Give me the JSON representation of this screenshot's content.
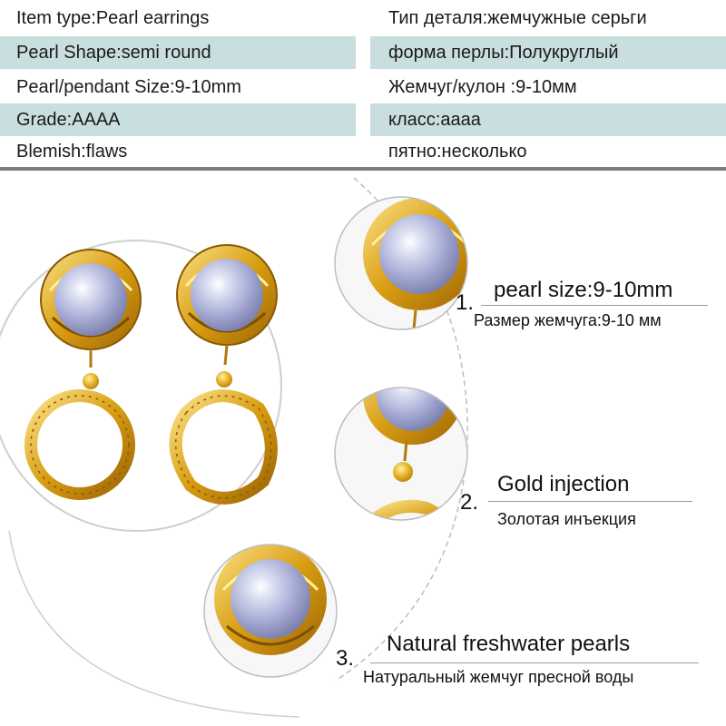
{
  "specs": [
    {
      "left": "Item type:Pearl earrings",
      "right": "Тип деталя:жемчужные серьги"
    },
    {
      "left": "Pearl Shape:semi round",
      "right": "форма перлы:Полукруглый"
    },
    {
      "left": "Pearl/pendant Size:9-10mm",
      "right": "Жемчуг/кулон :9-10мм"
    },
    {
      "left": "Grade:AAAA",
      "right": "класс:аааа"
    },
    {
      "left": "Blemish:flaws",
      "right": "пятно:несколько"
    }
  ],
  "callouts": [
    {
      "number": "1.",
      "title": "pearl size:9-10mm",
      "subtitle": "Размер жемчуга:9-10 мм"
    },
    {
      "number": "2.",
      "title": "Gold injection",
      "subtitle": "Золотая инъекция"
    },
    {
      "number": "3.",
      "title": "Natural freshwater pearls",
      "subtitle": "Натуральный жемчуг пресной воды"
    }
  ],
  "colors": {
    "row_shade": "#c9dede",
    "gold": "#d8a21a",
    "pearl": "#a9aed6"
  }
}
